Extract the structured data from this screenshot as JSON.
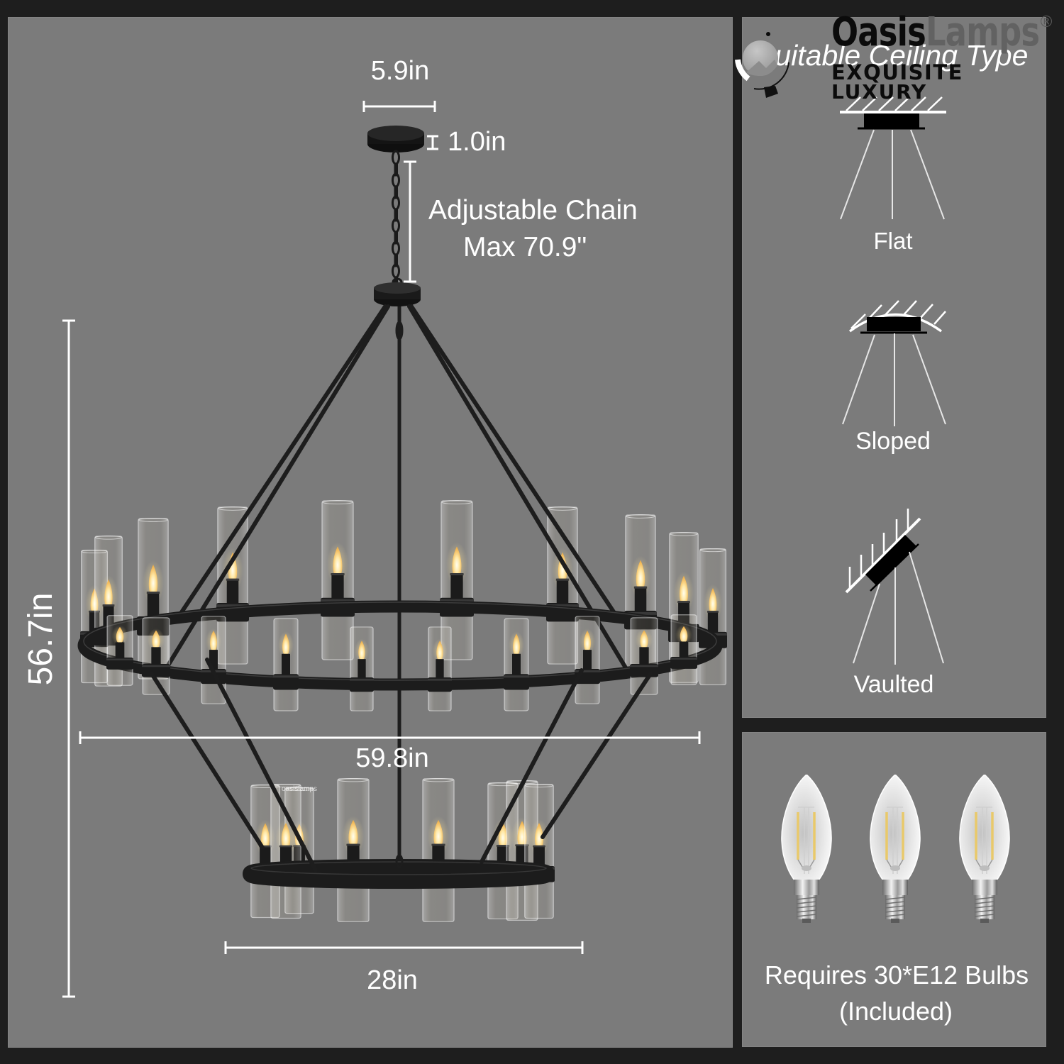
{
  "brand": {
    "name_part1": "Oasis",
    "name_part2": "Lamps",
    "registered_mark": "®",
    "tagline_line1": "EXQUISITE",
    "tagline_line2": "LUXURY",
    "watermark": "oasislamps"
  },
  "dimensions": {
    "canopy_width": "5.9in",
    "canopy_height": "1.0in",
    "chain_label_line1": "Adjustable Chain",
    "chain_label_line2": "Max 70.9\"",
    "overall_height": "56.7in",
    "upper_tier_diameter": "59.8in",
    "lower_tier_diameter": "28in"
  },
  "ceiling_types": {
    "title": "Suitable Ceiling Type",
    "items": [
      {
        "label": "Flat",
        "icon": "flat-ceiling-icon"
      },
      {
        "label": "Sloped",
        "icon": "sloped-ceiling-icon"
      },
      {
        "label": "Vaulted",
        "icon": "vaulted-ceiling-icon"
      }
    ]
  },
  "bulbs": {
    "icon": "e12-candle-led-bulb-icon",
    "caption_line1": "Requires 30*E12 Bulbs",
    "caption_line2": "(Included)"
  },
  "colors": {
    "page_background": "#1e1e1e",
    "panel_background": "#7b7b7b",
    "label_text": "#ffffff",
    "fixture_black": "#1b1b1b",
    "flame": "#ffe9a8",
    "filament": "#e9c96a",
    "logo_primary": "#0b0b0b",
    "logo_secondary": "#626262"
  }
}
